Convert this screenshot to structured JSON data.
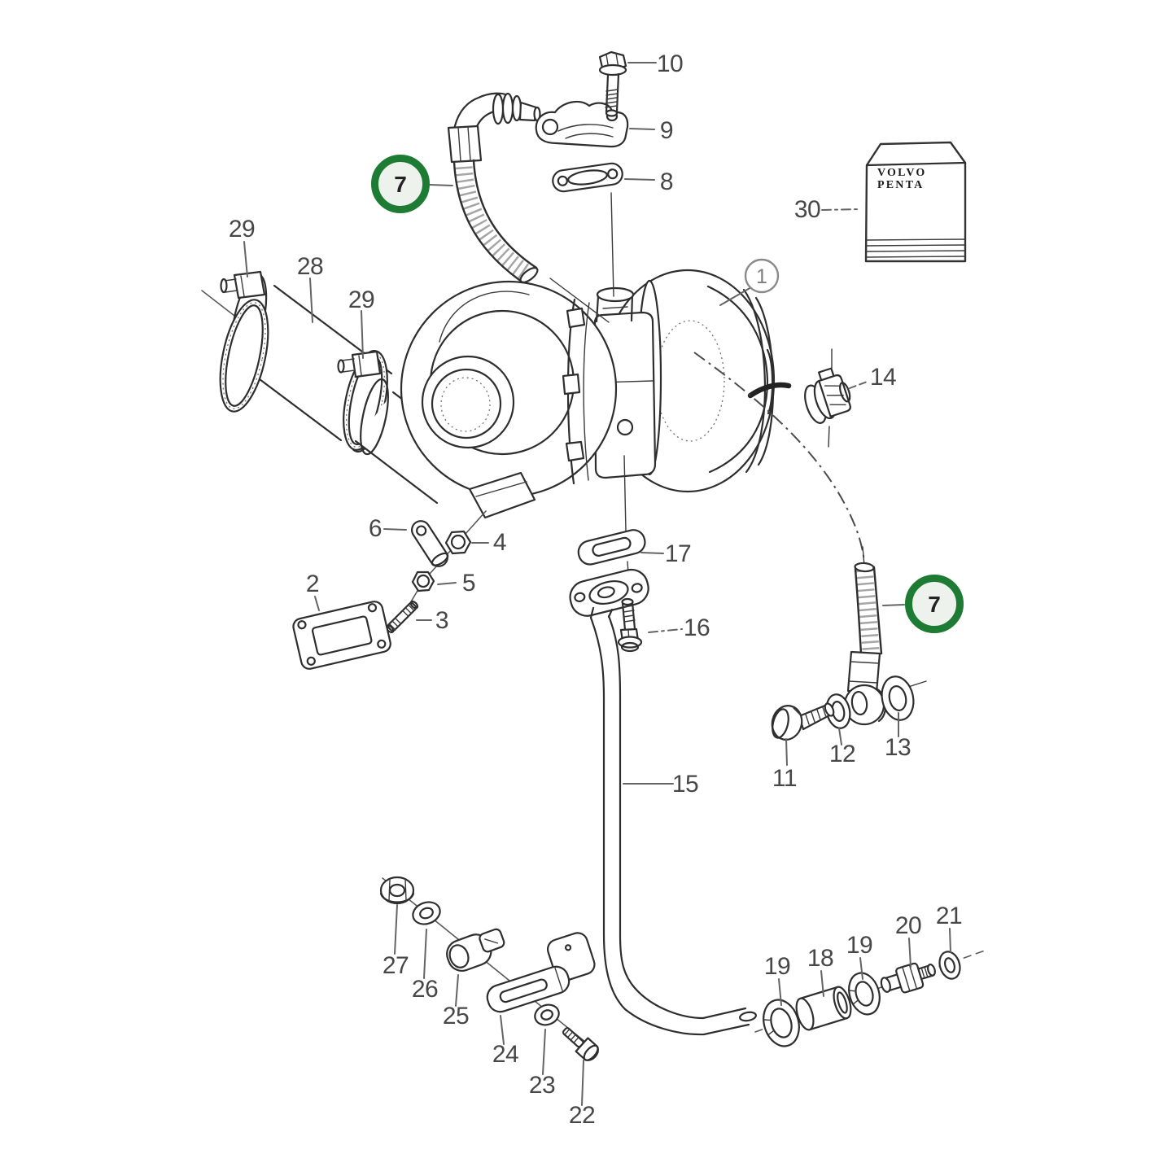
{
  "callouts": {
    "c1": "1",
    "c2": "2",
    "c3": "3",
    "c4": "4",
    "c5": "5",
    "c6": "6",
    "c7a": "7",
    "c7b": "7",
    "c8": "8",
    "c9": "9",
    "c10": "10",
    "c11": "11",
    "c12": "12",
    "c13": "13",
    "c14": "14",
    "c15": "15",
    "c16": "16",
    "c17": "17",
    "c18": "18",
    "c19a": "19",
    "c19b": "19",
    "c20": "20",
    "c21": "21",
    "c22": "22",
    "c23": "23",
    "c24": "24",
    "c25": "25",
    "c26": "26",
    "c27": "27",
    "c28": "28",
    "c29a": "29",
    "c29b": "29",
    "c30": "30"
  },
  "brand_box": {
    "line1": "VOLVO",
    "line2": "PENTA"
  },
  "highlight": {
    "label": "7",
    "ring_color": "#1d7b33",
    "fill_color": "#edf3ec"
  },
  "colors": {
    "line": "#2e2e2e",
    "label": "#474747",
    "leader": "#646464",
    "reference_ring": "#8a8a8a"
  }
}
